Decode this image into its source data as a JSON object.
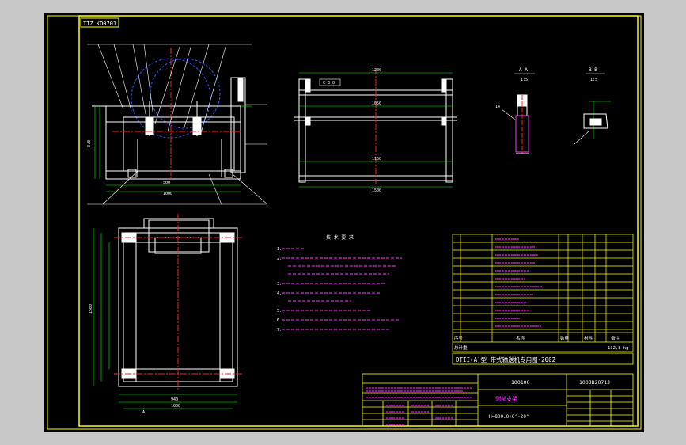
{
  "drawing_code": "TTZ.KD0701",
  "colors": {
    "background": "#000000",
    "frame": "#ffff00",
    "outline": "#ffffff",
    "centerline": "#ff2222",
    "dimension": "#00ff00",
    "hidden": "#3355ff",
    "text": "#ff33ff",
    "leader": "#ffff00",
    "viewer_bg": "#c8c8c8"
  },
  "views": {
    "section_label_1": "A-A",
    "section_label_2": "B-B",
    "scale_label": "1:5"
  },
  "title_block": {
    "drawing_title": "DTII(A)型  带式输送机专用图-2002",
    "part_code": "100100",
    "part_no": "100JB2071J",
    "part_name": "侧部支架",
    "formula": "H=800.0+0°-20°"
  },
  "bom_footer": {
    "col_seq": "序号",
    "col_name": "名称",
    "col_qty": "数量",
    "col_material": "材料",
    "col_note": "备注",
    "total_label": "总计重",
    "total_weight": "132.8 kg"
  },
  "notes": {
    "heading": "技 术 要 求"
  }
}
